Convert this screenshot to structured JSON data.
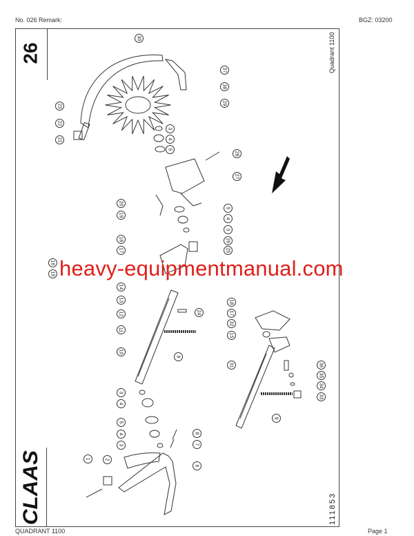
{
  "header": {
    "left": "No. 026   Remark:",
    "right": "BGZ: 03200"
  },
  "footer": {
    "left": "QUADRANT 1100",
    "right": "Page 1"
  },
  "sheet": {
    "number": "26",
    "model": "Quadrant 1100",
    "drawing_number": "111853",
    "brand_logo": "CLAAS"
  },
  "watermark": "heavy-equipmentmanual.com",
  "callouts": [
    "30",
    "37",
    "38",
    "29",
    "23",
    "22",
    "21",
    "3",
    "4",
    "5",
    "28",
    "27",
    "20",
    "19",
    "5",
    "4",
    "3",
    "26",
    "25",
    "18",
    "17",
    "16",
    "15",
    "14",
    "13",
    "12",
    "11",
    "10",
    "24",
    "9",
    "18",
    "17",
    "32",
    "15",
    "31",
    "36",
    "35",
    "34",
    "33",
    "9",
    "3",
    "4",
    "5",
    "4",
    "3",
    "8",
    "7",
    "6",
    "1",
    "2"
  ],
  "colors": {
    "watermark": "#e0201a",
    "line": "#333333"
  },
  "icons": {
    "direction": "arrow-down-left-icon"
  }
}
